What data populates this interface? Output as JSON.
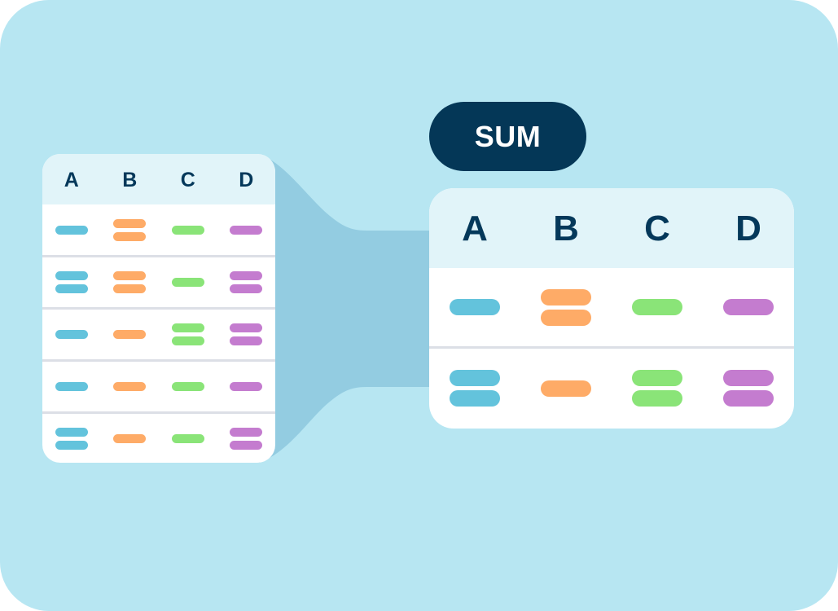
{
  "colors": {
    "background": "#b7e6f2",
    "connector": "#93cce1",
    "header_bg": "#e1f4f9",
    "header_text": "#04385a",
    "pill_bg": "#043757",
    "pill_text": "#ffffff",
    "row_divider": "#dcdfe6",
    "column_A": "#63c3dc",
    "column_B": "#feab67",
    "column_C": "#8ae478",
    "column_D": "#c47ccf"
  },
  "operation": {
    "label": "SUM"
  },
  "source_table": {
    "columns": [
      "A",
      "B",
      "C",
      "D"
    ],
    "rows": [
      [
        1,
        2,
        1,
        1
      ],
      [
        2,
        2,
        1,
        2
      ],
      [
        1,
        1,
        2,
        2
      ],
      [
        1,
        1,
        1,
        1
      ],
      [
        2,
        1,
        1,
        2
      ]
    ]
  },
  "result_table": {
    "columns": [
      "A",
      "B",
      "C",
      "D"
    ],
    "rows": [
      [
        1,
        2,
        1,
        1
      ],
      [
        2,
        1,
        2,
        2
      ]
    ]
  }
}
